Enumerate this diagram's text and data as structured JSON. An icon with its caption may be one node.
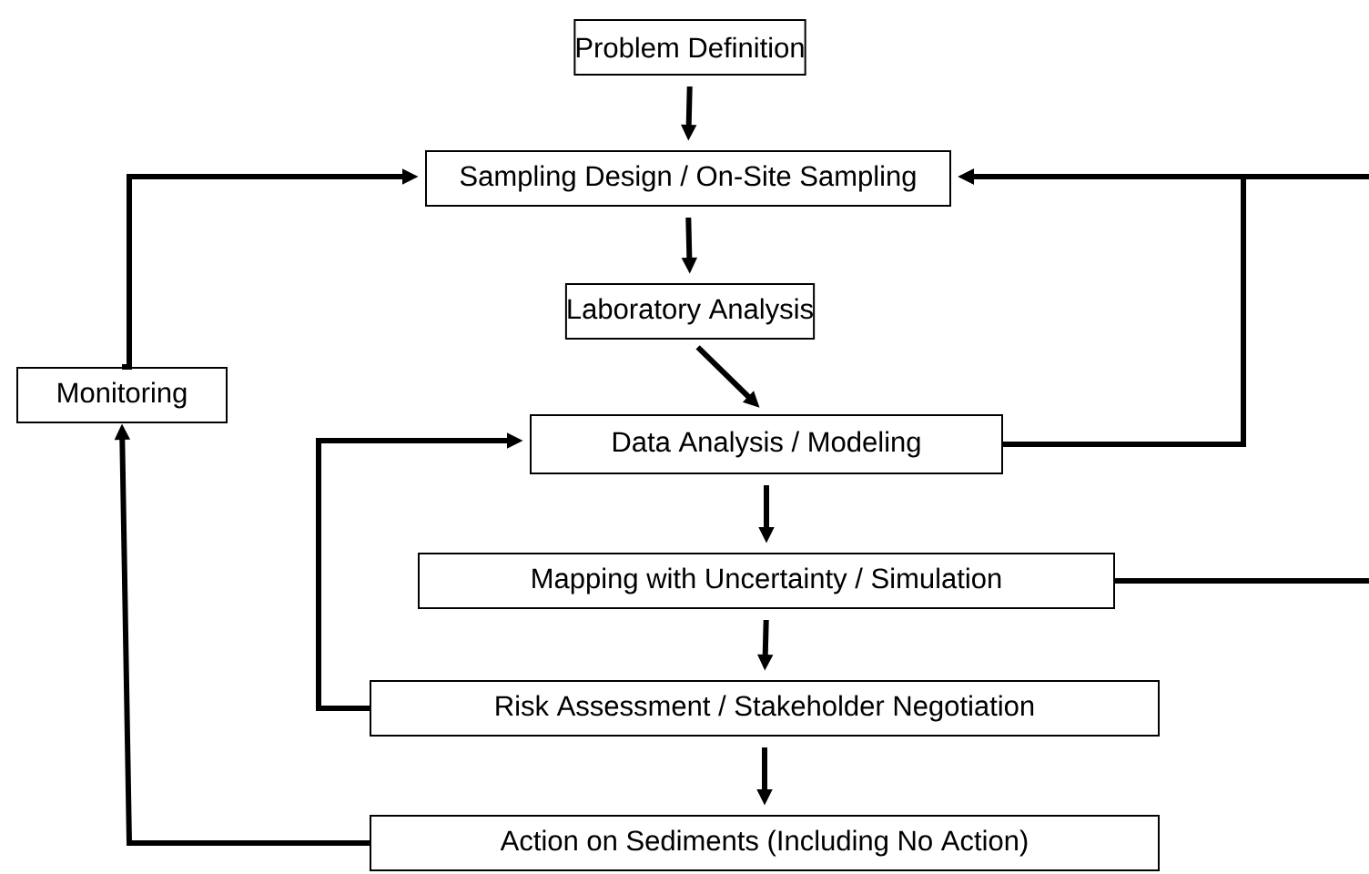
{
  "diagram": {
    "nodes": [
      {
        "text": [
          "Problem Definition"
        ]
      },
      {
        "text": [
          "Sampling Design / On-Site Sampling"
        ]
      },
      {
        "text": [
          "Laboratory Analysis"
        ]
      },
      {
        "text": [
          "Monitoring"
        ]
      },
      {
        "text": [
          "Data Analysis / Modeling"
        ]
      },
      {
        "text": [
          "Mapping with Uncertainty / Simulation"
        ]
      },
      {
        "text": [
          "Risk Assessment / Stakeholder Negotiation"
        ]
      },
      {
        "text": [
          "Action on Sediments (Including No Action)"
        ]
      }
    ],
    "edges": [
      {
        "from": 0,
        "to": 1,
        "arrow": "to"
      },
      {
        "from": 1,
        "to": 2,
        "arrow": "to"
      },
      {
        "from": 2,
        "to": 4,
        "arrow": "to"
      },
      {
        "from": 4,
        "to": 5,
        "arrow": "to"
      },
      {
        "from": 5,
        "to": 6,
        "arrow": "to"
      },
      {
        "from": 6,
        "to": 7,
        "arrow": "to"
      },
      {
        "from": 3,
        "to": 1,
        "arrow": "to"
      },
      {
        "from": 7,
        "to": 3,
        "arrow": "to"
      },
      {
        "from": 6,
        "to": 4,
        "arrow": "to"
      },
      {
        "from": 4,
        "to": 1,
        "arrow": "to"
      },
      {
        "from": 5,
        "to": 1,
        "arrow": "to"
      }
    ]
  }
}
